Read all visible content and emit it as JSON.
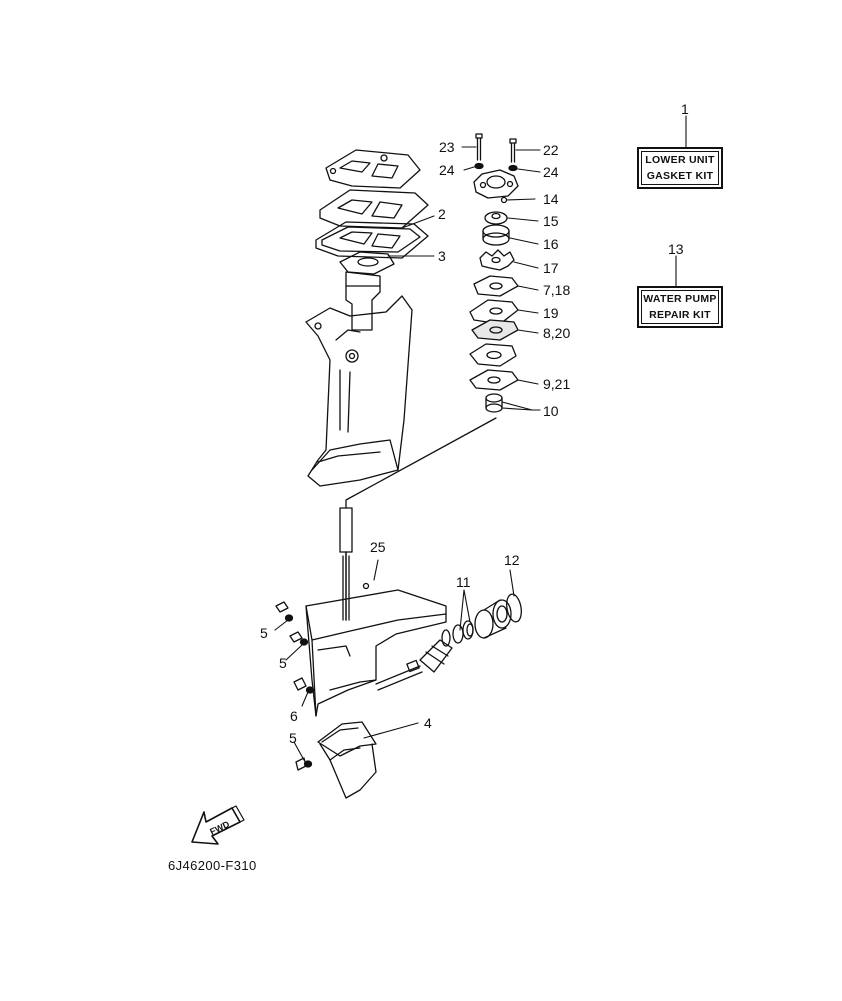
{
  "kits": {
    "lower_unit": {
      "ref": "1",
      "line1": "LOWER UNIT",
      "line2": "GASKET KIT"
    },
    "water_pump": {
      "ref": "13",
      "line1": "WATER PUMP",
      "line2": "REPAIR KIT"
    }
  },
  "callouts": {
    "c23": "23",
    "c22": "22",
    "c24a": "24",
    "c24b": "24",
    "c14": "14",
    "c15": "15",
    "c16": "16",
    "c17": "17",
    "c7_18": "7,18",
    "c19": "19",
    "c8_20": "8,20",
    "c9_21": "9,21",
    "c10": "10",
    "c2": "2",
    "c3": "3",
    "c25": "25",
    "c11": "11",
    "c12": "12",
    "c4": "4",
    "c5a": "5",
    "c5b": "5",
    "c5c": "5",
    "c6": "6"
  },
  "fwd_label": "FWD",
  "diagram_code": "6J46200-F310"
}
